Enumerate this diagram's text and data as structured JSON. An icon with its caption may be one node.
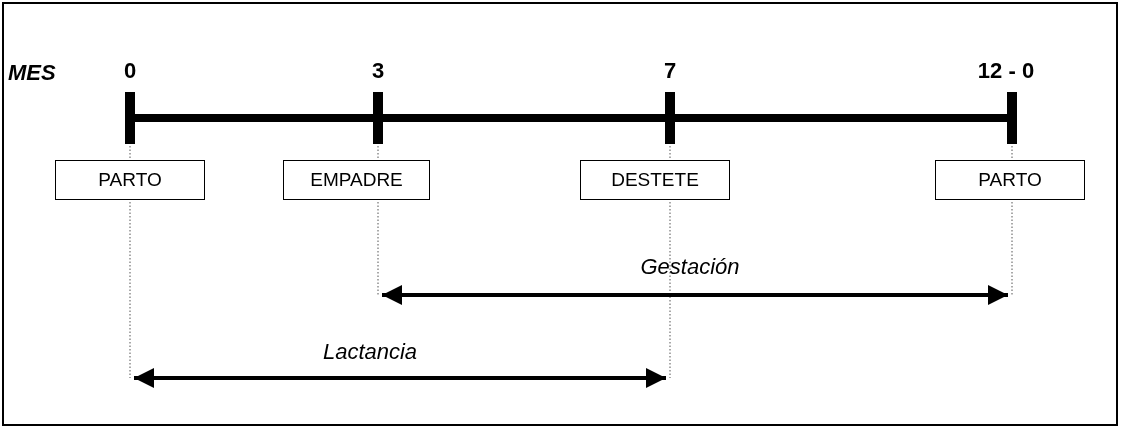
{
  "diagram": {
    "nodes": [
      {
        "text": [
          "PARTO"
        ]
      },
      {
        "text": [
          "EMPADRE"
        ]
      },
      {
        "text": [
          "DESTETE"
        ]
      },
      {
        "text": [
          "PARTO"
        ]
      }
    ],
    "labels": [
      "MES",
      "0",
      "3",
      "7",
      "12 - 0",
      "Gestación",
      "Lactancia"
    ]
  }
}
